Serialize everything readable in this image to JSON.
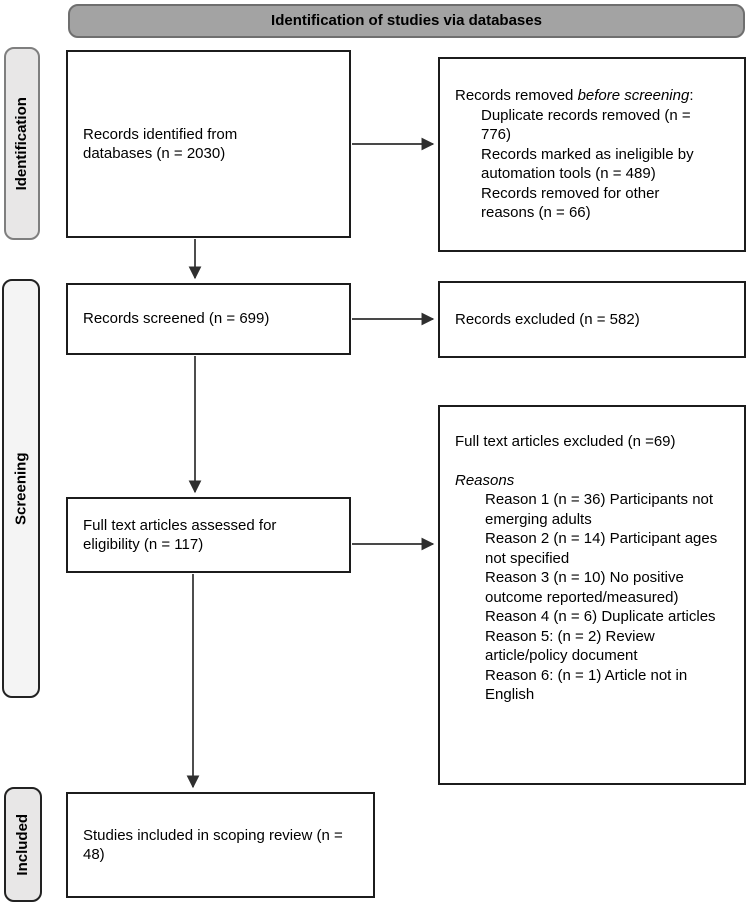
{
  "header": {
    "title": "Identification of studies via databases"
  },
  "sidebar": {
    "identification": "Identification",
    "screening": "Screening",
    "included": "Included"
  },
  "boxes": {
    "records_identified": {
      "text": "Records identified from databases (n = 2030)"
    },
    "records_removed": {
      "intro_prefix": "Records removed ",
      "intro_italic": "before screening",
      "intro_suffix": ":",
      "items": [
        "Duplicate records removed (n = 776)",
        "Records marked as ineligible by automation tools (n = 489)",
        "Records removed for other reasons (n = 66)"
      ]
    },
    "records_screened": {
      "text": "Records screened (n = 699)"
    },
    "records_excluded": {
      "text": "Records excluded (n = 582)"
    },
    "fulltext_assessed": {
      "text": "Full text articles assessed for eligibility (n = 117)"
    },
    "fulltext_excluded": {
      "title": "Full text articles excluded (n =69)",
      "reasons_label": "Reasons",
      "reasons": [
        "Reason 1 (n = 36) Participants not emerging adults",
        "Reason 2 (n = 14) Participant ages not specified",
        "Reason 3 (n = 10) No positive outcome reported/measured)",
        "Reason 4 (n = 6) Duplicate articles",
        "Reason 5: (n = 2) Review article/policy document",
        "Reason 6: (n = 1) Article not in English"
      ]
    },
    "studies_included": {
      "text": "Studies included in scoping review (n = 48)"
    }
  },
  "colors": {
    "header-fill": "#a3a3a3",
    "header-border": "#6f6f6f",
    "sidebar-fill": "#e8e7e7",
    "sidebar-fill-light": "#f4f4f4",
    "sidebar-border-gray": "#7f7f7f",
    "sidebar-border-dark": "#222222",
    "box-border": "#1c1c1c",
    "arrow-color": "#2f2f2f",
    "text-color": "#000000"
  }
}
